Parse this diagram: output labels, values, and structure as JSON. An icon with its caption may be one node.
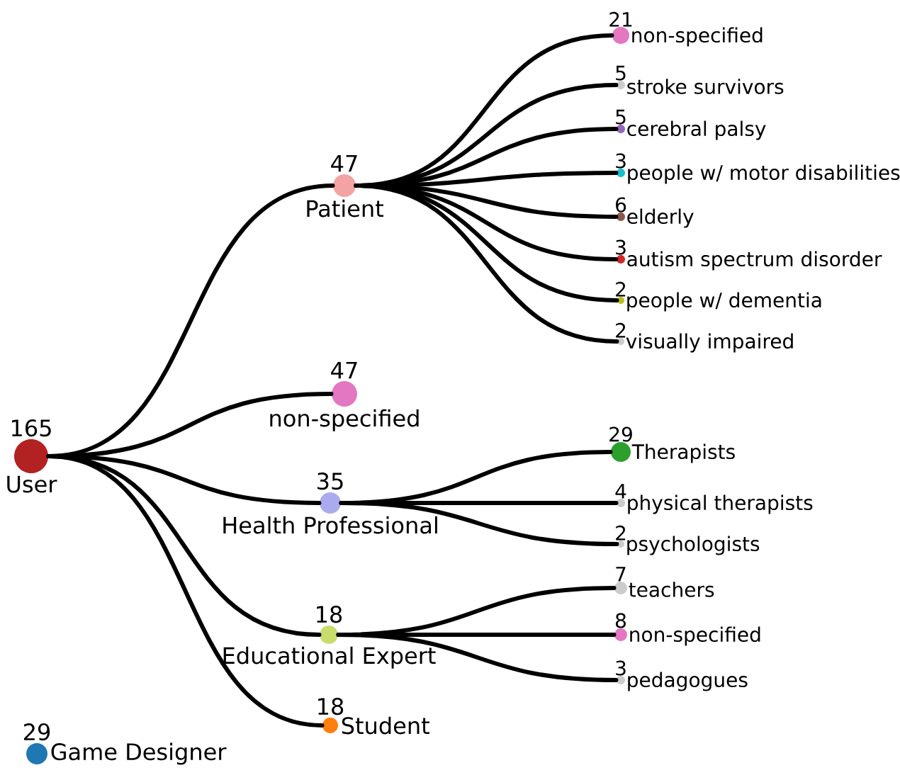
{
  "diagram": {
    "nodes": [
      {
        "text": [
          "165",
          "User"
        ]
      },
      {
        "text": [
          "47",
          "Patient"
        ]
      },
      {
        "text": [
          "47",
          "non-specified"
        ]
      },
      {
        "text": [
          "35",
          "Health Professional"
        ]
      },
      {
        "text": [
          "18",
          "Educational Expert"
        ]
      },
      {
        "text": [
          "18",
          "Student"
        ]
      },
      {
        "text": [
          "29",
          "Game Designer"
        ]
      },
      {
        "text": [
          "21",
          "non-specified"
        ]
      },
      {
        "text": [
          "5",
          "stroke survivors"
        ]
      },
      {
        "text": [
          "5",
          "cerebral palsy"
        ]
      },
      {
        "text": [
          "3",
          "people w/ motor disabilities"
        ]
      },
      {
        "text": [
          "6",
          "elderly"
        ]
      },
      {
        "text": [
          "3",
          "autism spectrum disorder"
        ]
      },
      {
        "text": [
          "2",
          "people w/ dementia"
        ]
      },
      {
        "text": [
          "2",
          "visually impaired"
        ]
      },
      {
        "text": [
          "29",
          "Therapists"
        ]
      },
      {
        "text": [
          "4",
          "physical therapists"
        ]
      },
      {
        "text": [
          "2",
          "psychologists"
        ]
      },
      {
        "text": [
          "7",
          "teachers"
        ]
      },
      {
        "text": [
          "8",
          "non-specified"
        ]
      },
      {
        "text": [
          "3",
          "pedagogues"
        ]
      }
    ],
    "edges": [
      {
        "from": 0,
        "to": 1,
        "arrow": "none"
      },
      {
        "from": 0,
        "to": 2,
        "arrow": "none"
      },
      {
        "from": 0,
        "to": 3,
        "arrow": "none"
      },
      {
        "from": 0,
        "to": 4,
        "arrow": "none"
      },
      {
        "from": 0,
        "to": 5,
        "arrow": "none"
      },
      {
        "from": 1,
        "to": 7,
        "arrow": "none"
      },
      {
        "from": 1,
        "to": 8,
        "arrow": "none"
      },
      {
        "from": 1,
        "to": 9,
        "arrow": "none"
      },
      {
        "from": 1,
        "to": 10,
        "arrow": "none"
      },
      {
        "from": 1,
        "to": 11,
        "arrow": "none"
      },
      {
        "from": 1,
        "to": 12,
        "arrow": "none"
      },
      {
        "from": 1,
        "to": 13,
        "arrow": "none"
      },
      {
        "from": 1,
        "to": 14,
        "arrow": "none"
      },
      {
        "from": 3,
        "to": 15,
        "arrow": "none"
      },
      {
        "from": 3,
        "to": 16,
        "arrow": "none"
      },
      {
        "from": 3,
        "to": 17,
        "arrow": "none"
      },
      {
        "from": 4,
        "to": 18,
        "arrow": "none"
      },
      {
        "from": 4,
        "to": 19,
        "arrow": "none"
      },
      {
        "from": 4,
        "to": 20,
        "arrow": "none"
      }
    ]
  }
}
